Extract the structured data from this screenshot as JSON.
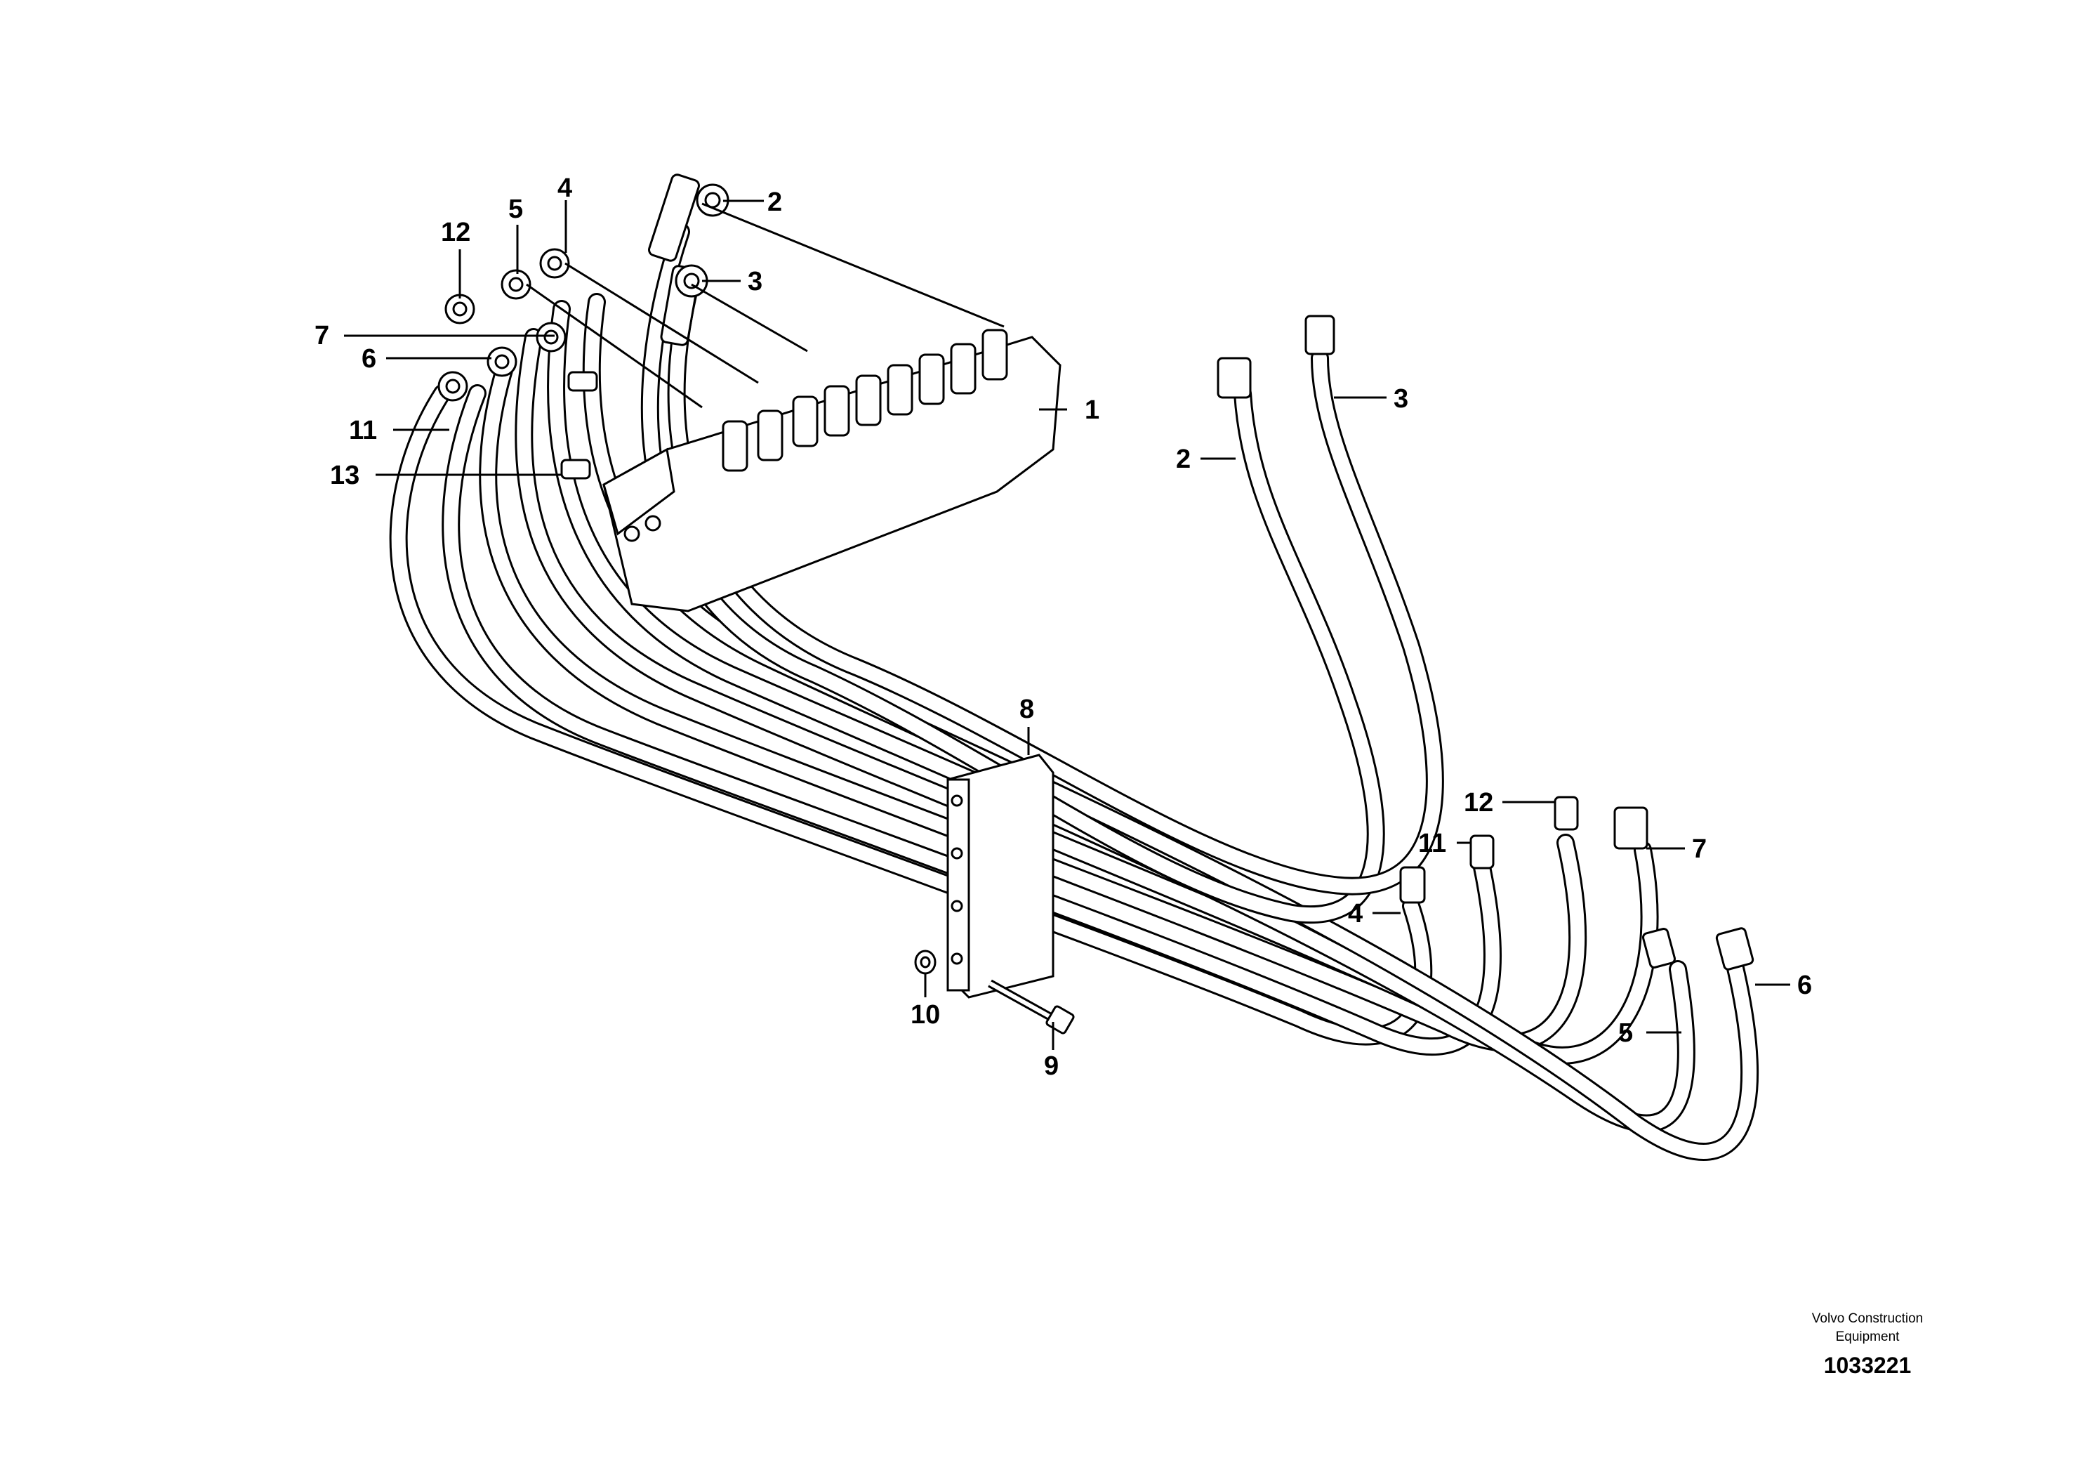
{
  "labels": {
    "block_1": "1",
    "top_2": "2",
    "top_3": "3",
    "top_4": "4",
    "top_5": "5",
    "top_12": "12",
    "left_7": "7",
    "left_6": "6",
    "left_11": "11",
    "left_13": "13",
    "right_2": "2",
    "right_3": "3",
    "clamp_8": "8",
    "bolt_9": "9",
    "washer_10": "10",
    "end_12": "12",
    "end_11": "11",
    "end_4": "4",
    "end_7": "7",
    "end_5": "5",
    "end_6": "6"
  },
  "footer": {
    "brand_line1": "Volvo Construction",
    "brand_line2": "Equipment",
    "drawing_number": "1033221"
  }
}
